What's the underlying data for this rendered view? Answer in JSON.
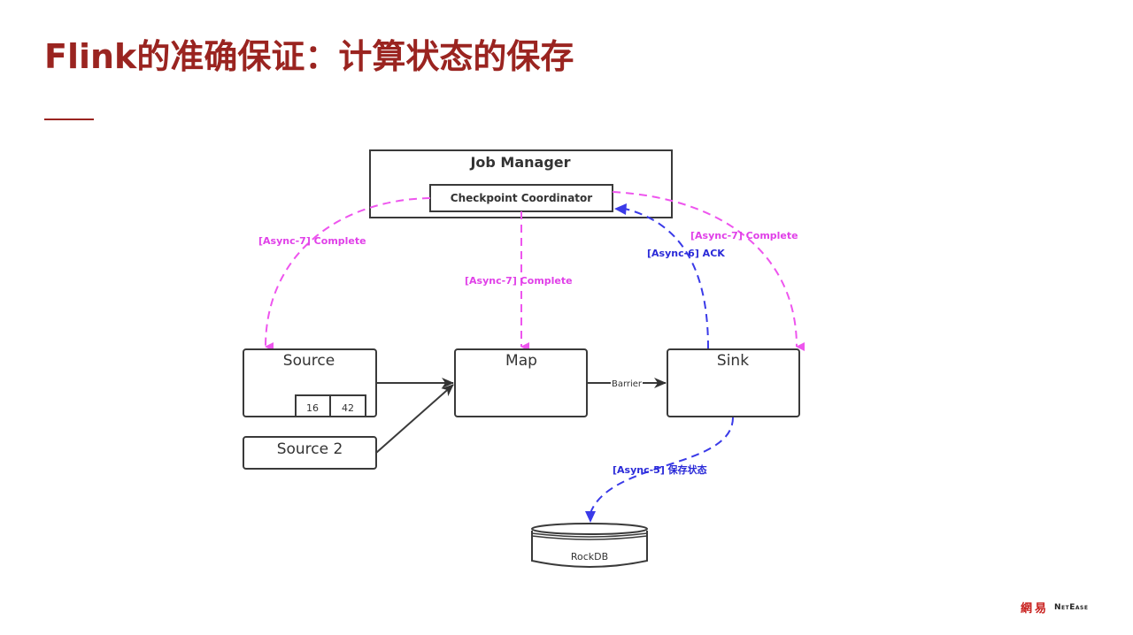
{
  "slide": {
    "title": "Flink的准确保证：计算状态的保存"
  },
  "diagram": {
    "job_manager": {
      "label": "Job Manager"
    },
    "checkpoint_coordinator": {
      "label": "Checkpoint Coordinator"
    },
    "nodes": {
      "source": {
        "label": "Source",
        "state_cells": [
          "16",
          "42"
        ]
      },
      "source2": {
        "label": "Source 2"
      },
      "map": {
        "label": "Map"
      },
      "sink": {
        "label": "Sink"
      },
      "rockdb": {
        "label": "RockDB"
      }
    },
    "edges": {
      "map_to_sink": {
        "label": "Barrier"
      },
      "complete_to_source": {
        "label": "[Async-7] Complete"
      },
      "complete_to_map": {
        "label": "[Async-7] Complete"
      },
      "complete_to_sink": {
        "label": "[Async-7] Complete"
      },
      "ack_from_sink": {
        "label": "[Async-6] ACK"
      },
      "save_state": {
        "label": "[Async-5] 保存状态"
      }
    },
    "colors": {
      "complete": "#ee55ee",
      "ack": "#3a3ae8",
      "title": "#9a2420"
    }
  },
  "footer": {
    "logo_cn": "網易",
    "logo_en": "NetEase"
  }
}
